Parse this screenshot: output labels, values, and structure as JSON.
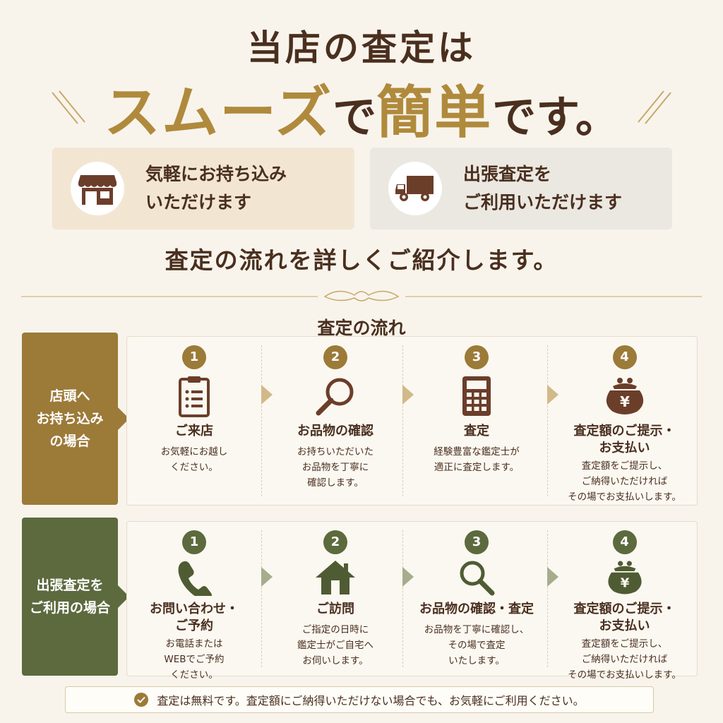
{
  "header": {
    "title_line1": "当店の査定は",
    "title_gold1": "スムーズ",
    "title_mid": "で",
    "title_gold2": "簡単",
    "title_end": "です。"
  },
  "features": [
    {
      "icon": "store-icon",
      "line1": "気軽にお持ち込み",
      "line2": "いただけます"
    },
    {
      "icon": "truck-icon",
      "line1": "出張査定を",
      "line2": "ご利用いただけます"
    }
  ],
  "subtitle": "査定の流れを詳しくご紹介します。",
  "flow_title": "査定の流れ",
  "store_flow": {
    "label_line1": "店頭へ",
    "label_line2": "お持ち込み",
    "label_line3": "の場合",
    "steps": [
      {
        "num": "1",
        "icon": "clipboard-icon",
        "name": "ご来店",
        "desc1": "お気軽にお越し",
        "desc2": "ください。",
        "desc3": ""
      },
      {
        "num": "2",
        "icon": "magnifier-icon",
        "name": "お品物の確認",
        "desc1": "お持ちいただいた",
        "desc2": "お品物を丁寧に",
        "desc3": "確認します。"
      },
      {
        "num": "3",
        "icon": "calculator-icon",
        "name": "査定",
        "desc1": "経験豊富な鑑定士が",
        "desc2": "適正に査定します。",
        "desc3": ""
      },
      {
        "num": "4",
        "icon": "yen-purse-icon",
        "name": "査定額のご提示・",
        "name2": "お支払い",
        "desc1": "査定額をご提示し、",
        "desc2": "ご納得いただければ",
        "desc3": "その場でお支払いします。"
      }
    ]
  },
  "visit_flow": {
    "label_line1": "出張査定を",
    "label_line2": "ご利用の場合",
    "steps": [
      {
        "num": "1",
        "icon": "phone-icon",
        "name": "お問い合わせ・",
        "name2": "ご予約",
        "desc1": "お電話または",
        "desc2": "WEBでご予約",
        "desc3": "ください。"
      },
      {
        "num": "2",
        "icon": "house-icon",
        "name": "ご訪問",
        "desc1": "ご指定の日時に",
        "desc2": "鑑定士がご自宅へ",
        "desc3": "お伺いします。"
      },
      {
        "num": "3",
        "icon": "magnifier-icon",
        "name": "お品物の確認・査定",
        "desc1": "お品物を丁寧に確認し、",
        "desc2": "その場で査定",
        "desc3": "いたします。"
      },
      {
        "num": "4",
        "icon": "yen-purse-icon",
        "name": "査定額のご提示・",
        "name2": "お支払い",
        "desc1": "査定額をご提示し、",
        "desc2": "ご納得いただければ",
        "desc3": "その場でお支払いします。"
      }
    ]
  },
  "note": "査定は無料です。査定額にご納得いただけない場合でも、お気軽にご利用ください。",
  "colors": {
    "gold": "#9c7a38",
    "olive": "#5c6a3e",
    "brown": "#4a2f1f"
  }
}
